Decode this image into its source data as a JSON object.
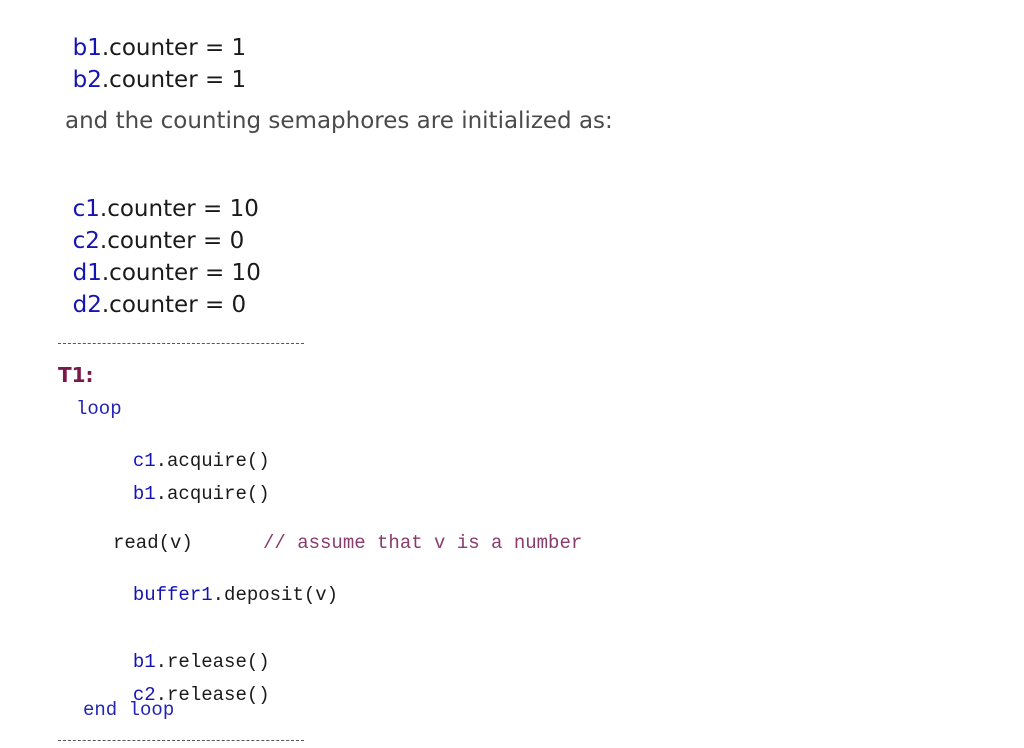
{
  "init_binary": [
    {
      "obj": "b1",
      "rest": ".counter = 1"
    },
    {
      "obj": "b2",
      "rest": ".counter = 1"
    }
  ],
  "paragraph": "and the counting semaphores are initialized as:",
  "init_counting": [
    {
      "obj": "c1",
      "rest": ".counter = 10"
    },
    {
      "obj": "c2",
      "rest": ".counter = 0"
    },
    {
      "obj": "d1",
      "rest": ".counter = 10"
    },
    {
      "obj": "d2",
      "rest": ".counter = 0"
    }
  ],
  "thread_label": "T1:",
  "code": {
    "loop": "loop",
    "acquire_c1_obj": "c1",
    "acquire_c1_call": ".acquire()",
    "acquire_b1_obj": "b1",
    "acquire_b1_call": ".acquire()",
    "read_stmt": "read(v)",
    "read_comment": "// assume that v is a number",
    "deposit_obj": "buffer1",
    "deposit_call": ".deposit(v)",
    "release_b1_obj": "b1",
    "release_b1_call": ".release()",
    "release_c2_obj": "c2",
    "release_c2_call": ".release()",
    "end_loop": "end loop"
  }
}
